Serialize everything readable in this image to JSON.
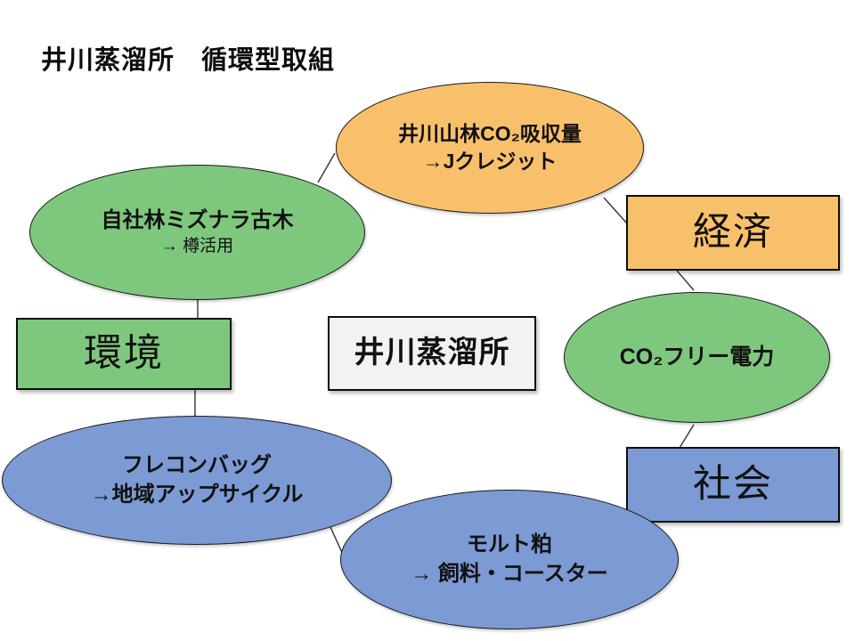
{
  "title": "井川蒸溜所　循環型取組",
  "colors": {
    "orange": "#F9C06C",
    "green": "#7EC87E",
    "blue": "#7C9AD3",
    "center_gray": "#F2F2F2",
    "outline": "#1a1a1a"
  },
  "nodes": {
    "forest_co2": {
      "line1": "井川山林CO₂吸収量",
      "line2": "→Jクレジット"
    },
    "mizunara": {
      "line1": "自社林ミズナラ古木",
      "line2": "→ 樽活用"
    },
    "economy": {
      "label": "経済"
    },
    "environment": {
      "label": "環境"
    },
    "distillery": {
      "label": "井川蒸溜所"
    },
    "co2_free": {
      "label": "CO₂フリー電力"
    },
    "frecon_bag": {
      "line1": "フレコンバッグ",
      "line2": "→地域アップサイクル"
    },
    "society": {
      "label": "社会"
    },
    "malt_lees": {
      "line1": "モルト粕",
      "line2": "→ 飼料・コースター"
    }
  }
}
